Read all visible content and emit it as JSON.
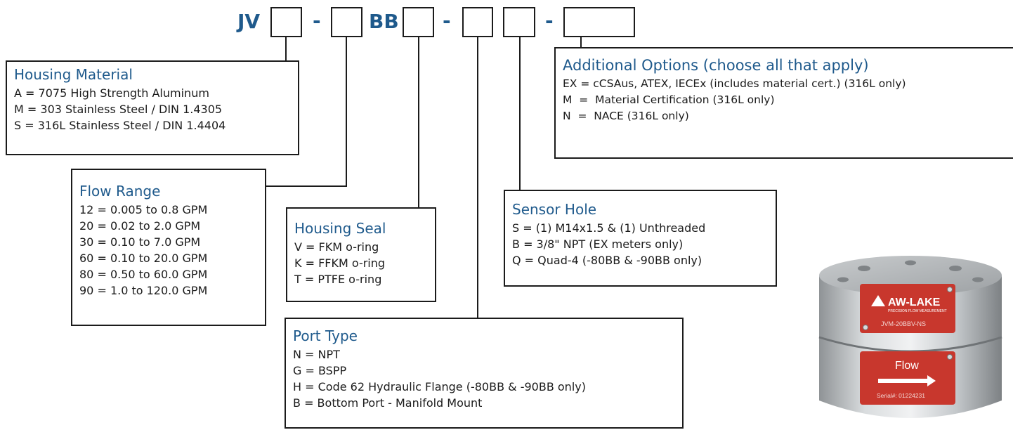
{
  "code": {
    "prefix": "JV",
    "dash1": "-",
    "middle": "BB",
    "dash2": "-",
    "dash3": "-"
  },
  "housing_material": {
    "title": "Housing Material",
    "items": [
      "A = 7075 High Strength Aluminum",
      "M = 303 Stainless Steel / DIN 1.4305",
      "S = 316L Stainless Steel / DIN 1.4404"
    ]
  },
  "flow_range": {
    "title": "Flow Range",
    "items": [
      "12 = 0.005 to 0.8 GPM",
      "20 = 0.02 to 2.0 GPM",
      "30 = 0.10 to 7.0 GPM",
      "60 = 0.10 to 20.0 GPM",
      "80 = 0.50 to 60.0 GPM",
      "90 = 1.0 to 120.0 GPM"
    ]
  },
  "housing_seal": {
    "title": "Housing Seal",
    "items": [
      "V = FKM o-ring",
      "K = FFKM o-ring",
      "T = PTFE o-ring"
    ]
  },
  "port_type": {
    "title": "Port Type",
    "items": [
      "N = NPT",
      "G = BSPP",
      "H = Code 62 Hydraulic Flange (-80BB & -90BB only)",
      "B = Bottom Port - Manifold Mount"
    ]
  },
  "sensor_hole": {
    "title": "Sensor Hole",
    "items": [
      "S = (1) M14x1.5 & (1) Unthreaded",
      "B = 3/8\" NPT (EX meters only)",
      "Q = Quad-4 (-80BB & -90BB only)"
    ]
  },
  "additional_options": {
    "title": "Additional Options (choose all that apply)",
    "items": [
      "EX = cCSAus, ATEX, IECEx (includes material cert.) (316L only)",
      "M  =  Material Certification (316L only)",
      "N  =  NACE (316L only)"
    ]
  },
  "product": {
    "brand": "AW-LAKE",
    "tagline": "PRECISION FLOW MEASUREMENT",
    "model": "JVM-20BBV-NS",
    "flow_label": "Flow",
    "serial": "Serial#: 01224231"
  },
  "colors": {
    "accent": "#1f5a8c",
    "line": "#1b1b1b",
    "label_red": "#c8372d"
  }
}
